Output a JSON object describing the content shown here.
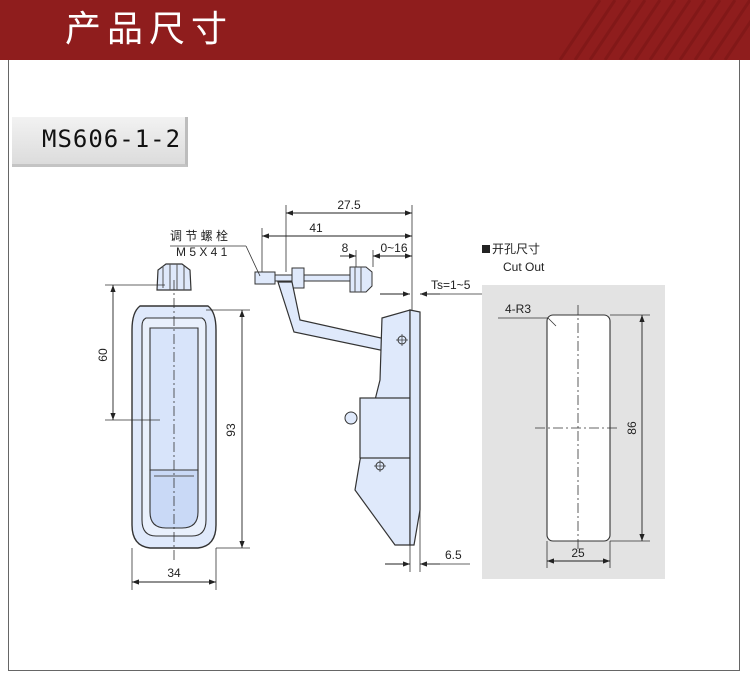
{
  "header": {
    "title": "产品尺寸"
  },
  "model": "MS606-1-2",
  "labels": {
    "screw_cn": "调 节 螺 栓",
    "screw_spec": "M 5 X 4 1",
    "cutout_cn": "开孔尺寸",
    "cutout_en": "Cut Out",
    "corner_radius": "4-R3"
  },
  "dimensions": {
    "overall_reach": "27.5",
    "bolt_reach": "41",
    "hook_offset": "8",
    "adjust_range": "0~16",
    "panel_thickness": "Ts=1~5",
    "grip_height": "60",
    "body_height": "93",
    "body_width": "34",
    "hook_depth": "6.5",
    "cutout_height": "86",
    "cutout_width": "25"
  },
  "colors": {
    "header": "#8f1d1d",
    "body_blue": "#dfe9fb",
    "cutout_gray": "#e3e3e3"
  }
}
